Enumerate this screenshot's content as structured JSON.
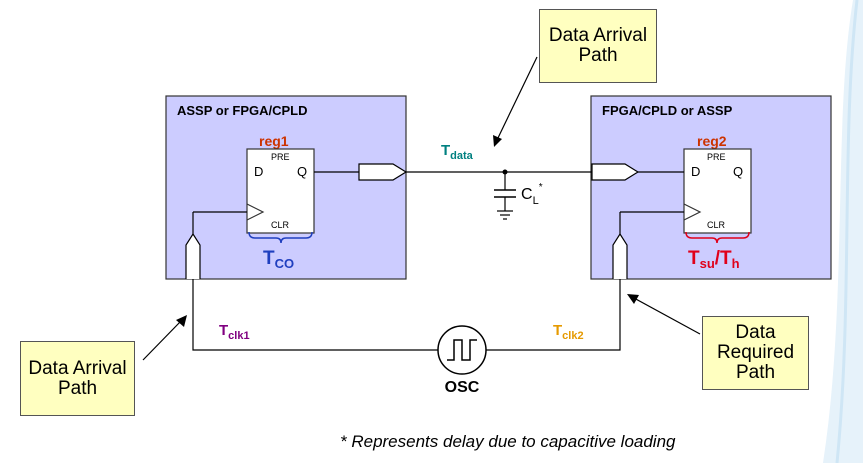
{
  "left_device": {
    "label": "ASSP or FPGA/CPLD",
    "reg": "reg1",
    "pre": "PRE",
    "clr": "CLR",
    "d": "D",
    "q": "Q",
    "timing": "T",
    "timing_sub": "CO"
  },
  "right_device": {
    "label": "FPGA/CPLD or ASSP",
    "reg": "reg2",
    "pre": "PRE",
    "clr": "CLR",
    "d": "D",
    "q": "Q",
    "timing_a": "T",
    "timing_a_sub": "su",
    "timing_sep": "/T",
    "timing_b_sub": "h"
  },
  "tdata": {
    "t": "T",
    "sub": "data"
  },
  "cl": {
    "c": "C",
    "sub": "L",
    "sup": "*"
  },
  "tclk1": {
    "t": "T",
    "sub": "clk1"
  },
  "tclk2": {
    "t": "T",
    "sub": "clk2"
  },
  "osc": "OSC",
  "callouts": {
    "arrival_top": [
      "Data Arrival",
      "Path"
    ],
    "arrival_left": [
      "Data Arrival",
      "Path"
    ],
    "required": [
      "Data",
      "Required",
      "Path"
    ]
  },
  "footnote": "* Represents delay due to capacitive loading",
  "colors": {
    "device_fill": "#ccccff",
    "reg_label": "#cc3300",
    "tdata": "#008080",
    "tco": "#1f3fbf",
    "tsu": "#e0001a",
    "tclk1": "#800080",
    "tclk2": "#e69a00",
    "callout_fill": "#ffffc0"
  }
}
